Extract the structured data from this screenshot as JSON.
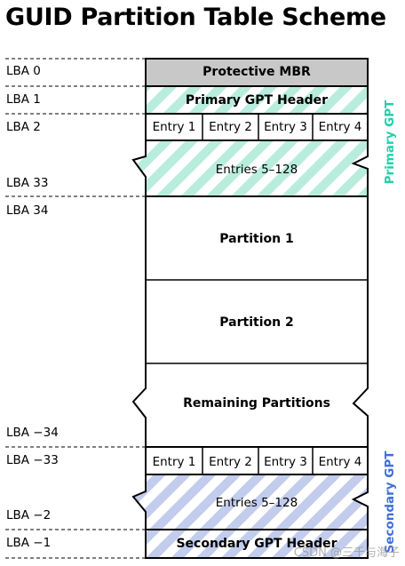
{
  "title": "GUID Partition Table Scheme",
  "lba_labels": [
    "LBA 0",
    "LBA 1",
    "LBA 2",
    "LBA 33",
    "LBA 34",
    "LBA −34",
    "LBA −33",
    "LBA −2",
    "LBA −1"
  ],
  "protective_mbr": "Protective MBR",
  "primary_header": "Primary GPT Header",
  "primary_entries": [
    "Entry 1",
    "Entry 2",
    "Entry 3",
    "Entry 4"
  ],
  "primary_rest": "Entries 5–128",
  "partition1": "Partition 1",
  "partition2": "Partition 2",
  "remaining": "Remaining Partitions",
  "secondary_entries": [
    "Entry 1",
    "Entry 2",
    "Entry 3",
    "Entry 4"
  ],
  "secondary_rest": "Entries 5–128",
  "secondary_header": "Secondary GPT Header",
  "primary_side": "Primary GPT",
  "secondary_side": "Secondary GPT",
  "watermark": "CSDN @三千与海子",
  "colors": {
    "primary": "#1fd1aa",
    "primary_stripe": "#b8eddd",
    "secondary": "#3e6fdb",
    "secondary_stripe": "#c2ccec",
    "mbr": "#c8c8c8"
  }
}
